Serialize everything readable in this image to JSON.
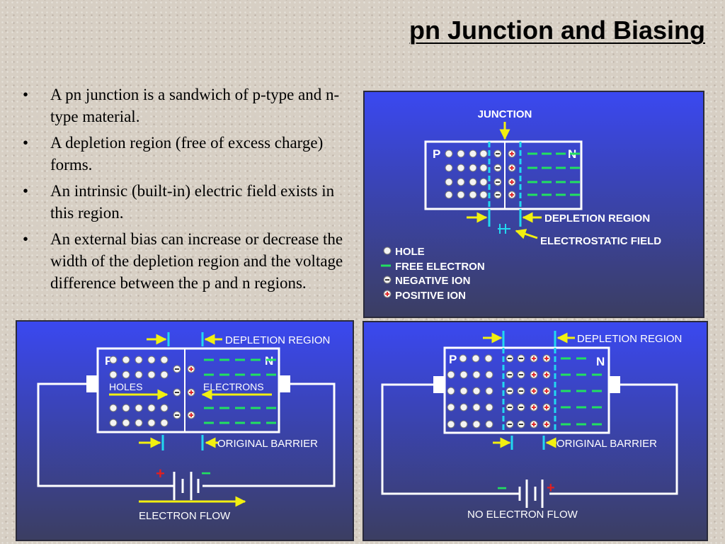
{
  "slide": {
    "title": "pn Junction and Biasing",
    "bullets": [
      "A pn junction is a sandwich of p-type and n-type material.",
      "A depletion region (free of excess charge) forms.",
      "An intrinsic (built-in) electric field exists in this region.",
      "An external bias can increase or decrease the width of the depletion region and the voltage difference between the p and n regions."
    ]
  },
  "colors": {
    "panel_top": "#3a48f0",
    "panel_bottom": "#3c4060",
    "electron_green": "#22e060",
    "field_cyan": "#22d8f0",
    "arrow_yellow": "#f2f010",
    "ion_red": "#e02020"
  },
  "diagram_top": {
    "junction_label": "JUNCTION",
    "p_label": "P",
    "n_label": "N",
    "depletion_label": "DEPLETION REGION",
    "field_label": "ELECTROSTATIC FIELD",
    "legend": {
      "hole": "HOLE",
      "free_electron": "FREE ELECTRON",
      "negative_ion": "NEGATIVE ION",
      "positive_ion": "POSITIVE ION"
    }
  },
  "diagram_forward": {
    "depletion_label": "DEPLETION REGION",
    "p_label": "P",
    "n_label": "N",
    "holes_label": "HOLES",
    "electrons_label": "ELECTRONS",
    "barrier_label": "ORIGINAL BARRIER",
    "plus": "+",
    "minus": "−",
    "flow_label": "ELECTRON FLOW"
  },
  "diagram_reverse": {
    "depletion_label": "DEPLETION REGION",
    "p_label": "P",
    "n_label": "N",
    "barrier_label": "ORIGINAL BARRIER",
    "minus": "−",
    "plus": "+",
    "flow_label": "NO ELECTRON FLOW"
  }
}
